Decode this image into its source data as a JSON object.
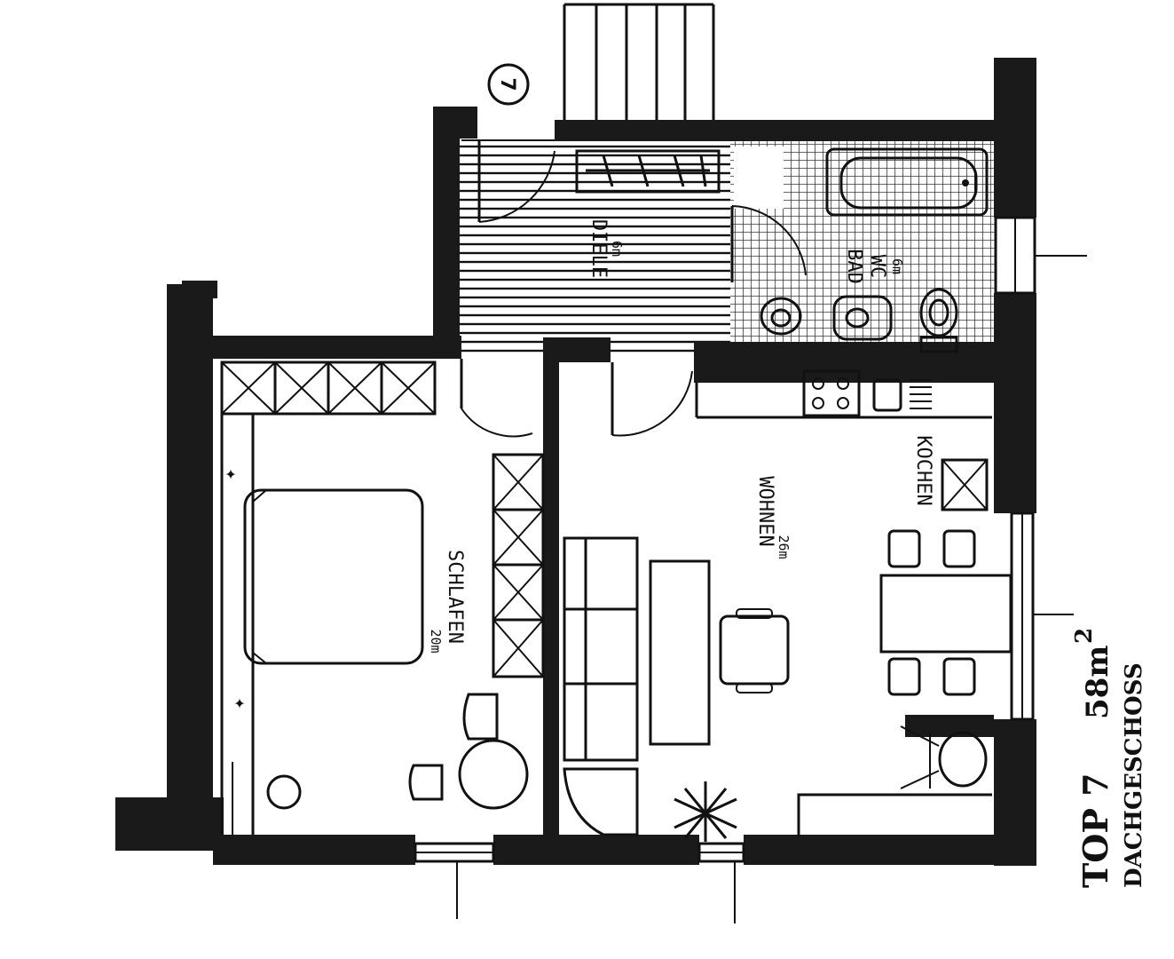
{
  "plan": {
    "unit": {
      "top": "TOP 7",
      "area": "58m",
      "area_sup": "2",
      "floor": "DACHGESCHOSS",
      "number": "7"
    },
    "rooms": {
      "diele": {
        "name": "DIELE",
        "area": "6m"
      },
      "bad": {
        "name": "BAD",
        "sub": "WC",
        "area": "6m"
      },
      "schlafen": {
        "name": "SCHLAFEN",
        "area": "20m"
      },
      "wohnen": {
        "name": "WOHNEN",
        "area": "26m"
      },
      "kochen": {
        "name": "KOCHEN"
      }
    },
    "colors": {
      "ink": "#111111",
      "paper": "#ffffff"
    }
  }
}
